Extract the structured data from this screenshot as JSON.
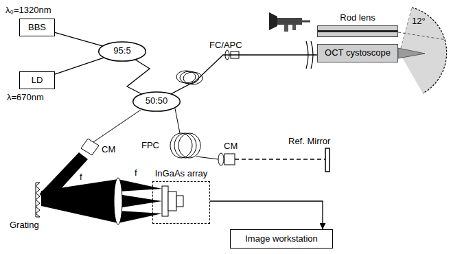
{
  "diagram": {
    "nodes": [
      {
        "text": [
          "BBS"
        ]
      },
      {
        "text": [
          "LD"
        ]
      },
      {
        "text": [
          "95:5"
        ]
      },
      {
        "text": [
          "50:50"
        ]
      },
      {
        "text": [
          "Rod lens"
        ]
      },
      {
        "text": [
          "OCT cystoscope"
        ]
      },
      {
        "text": [
          "InGaAs array"
        ]
      },
      {
        "text": [
          "Image workstation"
        ]
      }
    ],
    "edges": [
      {
        "from": 0,
        "to": 2,
        "arrow": "none"
      },
      {
        "from": 1,
        "to": 2,
        "arrow": "none"
      },
      {
        "from": 2,
        "to": 3,
        "arrow": "none"
      },
      {
        "from": 3,
        "to": 5,
        "arrow": "none"
      },
      {
        "from": 6,
        "to": 7,
        "arrow": "to"
      }
    ],
    "labels": [
      "λ₀=1320nm",
      "λ=670nm",
      "FC/APC",
      "12°",
      "FPC",
      "CM",
      "Ref. Mirror",
      "CM",
      "f",
      "f",
      "Grating"
    ]
  }
}
